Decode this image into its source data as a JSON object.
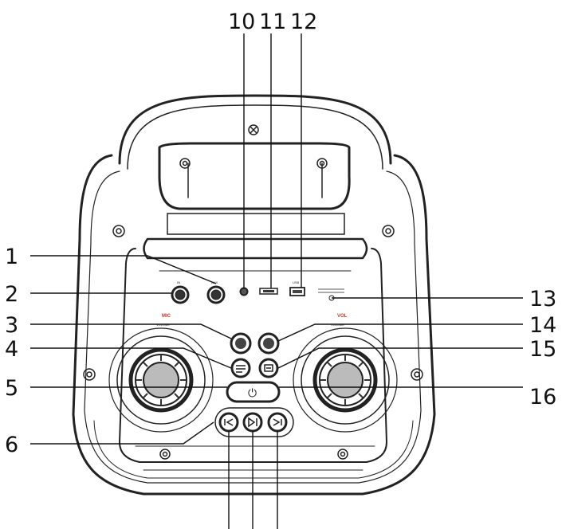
{
  "callouts": {
    "c1": "1",
    "c2": "2",
    "c3": "3",
    "c4": "4",
    "c5": "5",
    "c6": "6",
    "c10": "10",
    "c11": "11",
    "c12": "12",
    "c13": "13",
    "c14": "14",
    "c15": "15",
    "c16": "16"
  },
  "panel": {
    "mic_label": "MIC",
    "mic_volume": "VOLUME",
    "vol_label": "VOL",
    "vol_volume": "VOLUME",
    "in_label": "IN",
    "aux_label": "AUX",
    "usb_label": "USB",
    "power_symbol": "⏻"
  },
  "colors": {
    "outline": "#222222",
    "accent_red": "#c0392b",
    "accent_blue": "#2c3e9c"
  }
}
